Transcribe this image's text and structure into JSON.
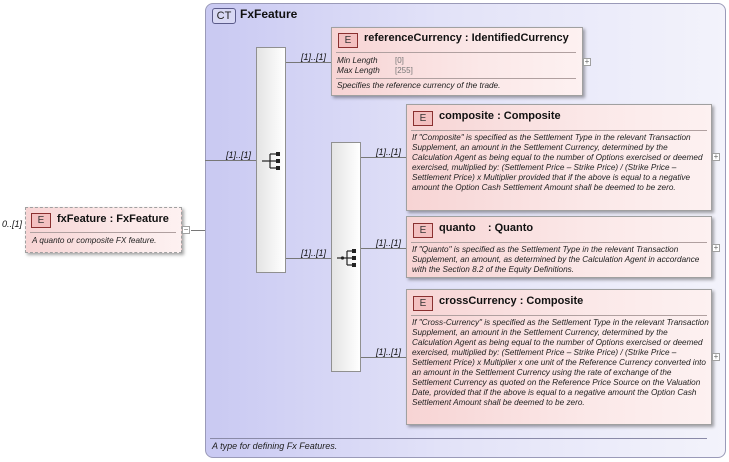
{
  "complex_type": {
    "badge": "CT",
    "name": "FxFeature",
    "documentation": "A type for defining Fx Features."
  },
  "root_element": {
    "badge": "E",
    "multiplicity": "0..[1]",
    "title": "fxFeature : FxFeature",
    "documentation": "A quanto or composite FX feature."
  },
  "sequence": {
    "multiplicity": "[1]..[1]"
  },
  "reference_currency": {
    "badge": "E",
    "multiplicity": "[1]..[1]",
    "title": "referenceCurrency : IdentifiedCurrency",
    "facets": [
      {
        "label": "Min Length",
        "value": "[0]"
      },
      {
        "label": "Max Length",
        "value": "[255]"
      }
    ],
    "documentation": "Specifies the reference currency of the trade."
  },
  "choice": {
    "multiplicity": "[1]..[1]"
  },
  "composite": {
    "badge": "E",
    "multiplicity": "[1]..[1]",
    "title": "composite : Composite",
    "documentation": "If \"Composite\" is specified as the Settlement Type in the relevant Transaction Supplement, an amount in the Settlement Currency, determined by the Calculation Agent as being equal to the number of Options exercised or deemed exercised, multiplied by: (Settlement Price – Strike Price) / (Strike Price – Settlement Price) x Multiplier provided that if the above is equal to a negative amount the Option Cash Settlement Amount shall be deemed to be zero."
  },
  "quanto": {
    "badge": "E",
    "multiplicity": "[1]..[1]",
    "title": "quanto    : Quanto",
    "documentation": "If \"Quanto\" is specified as the Settlement Type in the relevant Transaction Supplement, an amount, as determined by the Calculation Agent in accordance with the Section 8.2 of the Equity Definitions."
  },
  "cross_currency": {
    "badge": "E",
    "multiplicity": "[1]..[1]",
    "title": "crossCurrency : Composite",
    "documentation": "If \"Cross-Currency\" is specified as the Settlement Type in the relevant Transaction Supplement, an amount in the Settlement Currency, determined by the Calculation Agent as being equal to the number of Options exercised or deemed exercised, multiplied by: (Settlement Price – Strike Price) / (Strike Price – Settlement Price) x Multiplier x one unit of the Reference Currency converted into an amount in the Settlement Currency using the rate of exchange of the Settlement Currency as quoted on the Reference Price Source on the Valuation Date, provided that if the above is equal to a negative amount the Option Cash Settlement Amount shall be deemed to be zero."
  },
  "icons": {
    "expand": "plus-icon",
    "collapse": "minus-icon",
    "sequence": "sequence-icon",
    "choice": "choice-icon"
  },
  "colors": {
    "complex_type_fill": "#c9c9f2",
    "element_fill": "#f7d4d4",
    "element_badge_border": "#8a3030"
  }
}
